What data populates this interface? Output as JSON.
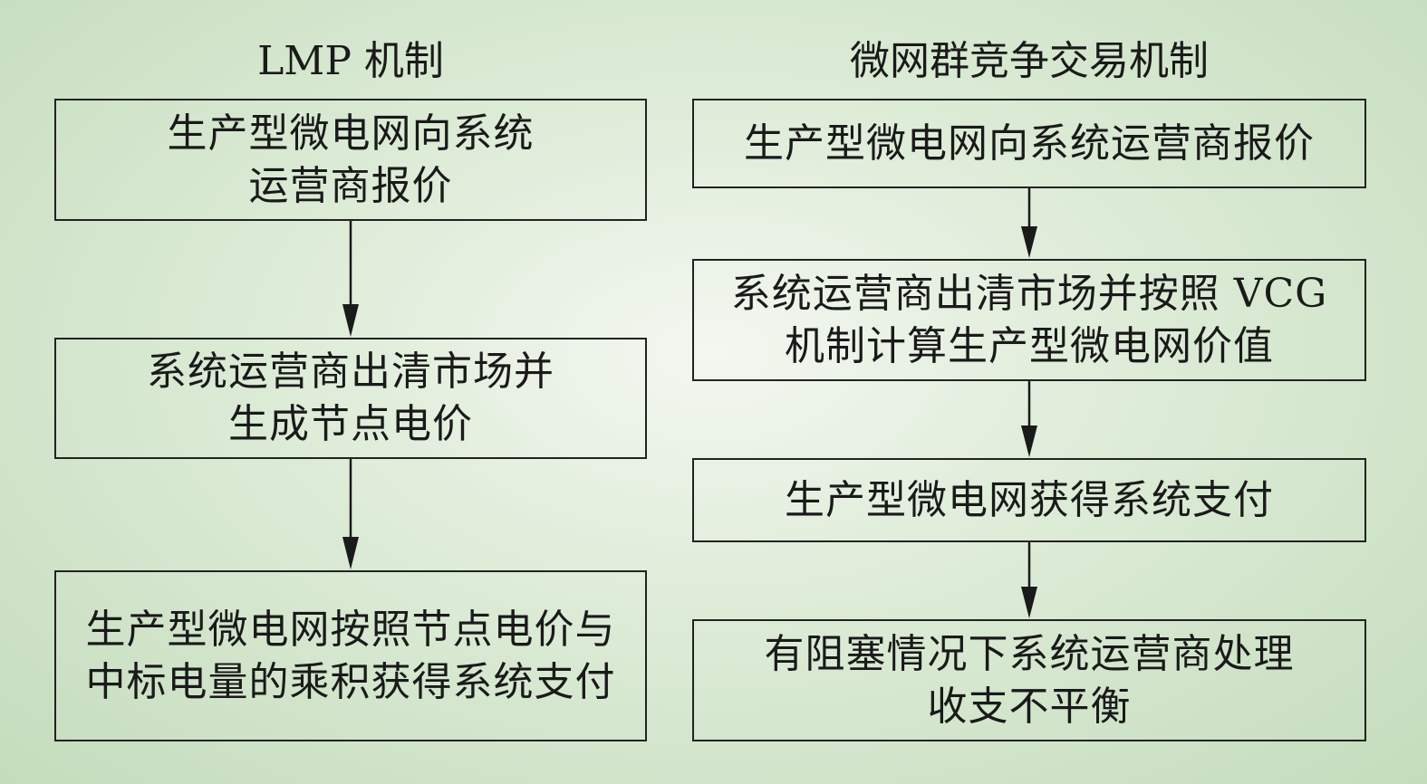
{
  "left": {
    "title": "LMP 机制",
    "boxes": [
      {
        "lines": [
          "生产型微电网向系统",
          "运营商报价"
        ]
      },
      {
        "lines": [
          "系统运营商出清市场并",
          "生成节点电价"
        ]
      },
      {
        "lines": [
          "生产型微电网按照节点电价与",
          "中标电量的乘积获得系统支付"
        ]
      }
    ]
  },
  "right": {
    "title": "微网群竞争交易机制",
    "boxes": [
      {
        "lines": [
          "生产型微电网向系统运营商报价"
        ]
      },
      {
        "lines": [
          "系统运营商出清市场并按照 VCG",
          "机制计算生产型微电网价值"
        ]
      },
      {
        "lines": [
          "生产型微电网获得系统支付"
        ]
      },
      {
        "lines": [
          "有阻塞情况下系统运营商处理",
          "收支不平衡"
        ]
      }
    ]
  }
}
